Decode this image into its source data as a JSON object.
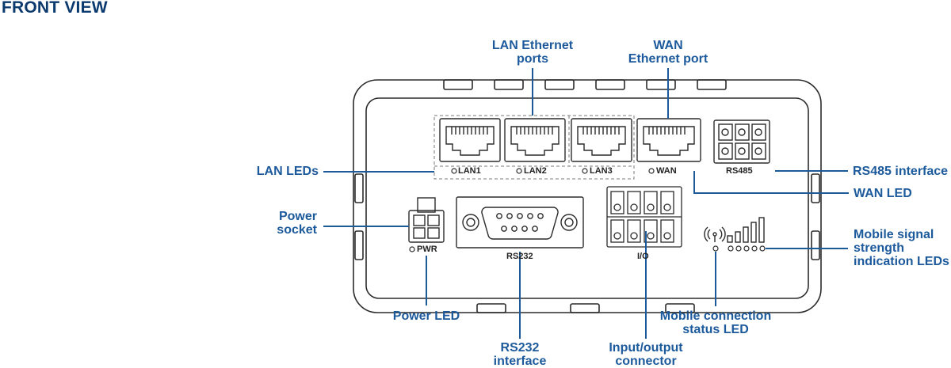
{
  "title": "FRONT VIEW",
  "colors": {
    "label": "#1c5a9c",
    "title": "#0b3a6e",
    "device_line": "#2b2b2b",
    "leader_line": "#1c5a9c"
  },
  "device_labels": {
    "lan1": "LAN1",
    "lan2": "LAN2",
    "lan3": "LAN3",
    "wan": "WAN",
    "rs485": "RS485",
    "pwr": "PWR",
    "rs232": "RS232",
    "io": "I/O"
  },
  "callouts": {
    "lan_ethernet": [
      "LAN Ethernet",
      "ports"
    ],
    "wan_ethernet": [
      "WAN",
      "Ethernet port"
    ],
    "lan_leds": [
      "LAN LEDs"
    ],
    "rs485_interface": [
      "RS485 interface"
    ],
    "wan_led": [
      "WAN LED"
    ],
    "power_socket": [
      "Power",
      "socket"
    ],
    "mobile_signal": [
      "Mobile signal",
      "strength",
      "indication LEDs"
    ],
    "power_led": [
      "Power LED"
    ],
    "mobile_status": [
      "Mobile connection",
      "status LED"
    ],
    "rs232_interface": [
      "RS232",
      "interface"
    ],
    "io_connector": [
      "Input/output",
      "connector"
    ]
  },
  "icons": [
    "antenna-icon",
    "signal-bars-icon"
  ]
}
